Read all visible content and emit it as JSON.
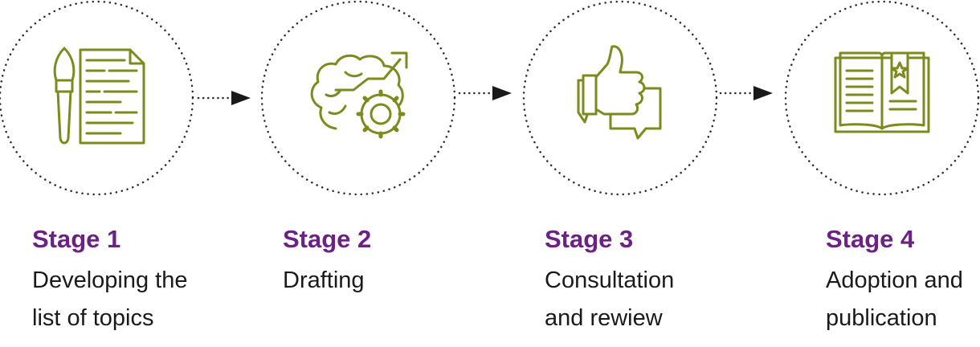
{
  "colors": {
    "accent": "#6b2283",
    "icon": "#7d8a1c",
    "dots": "#2b2b2b"
  },
  "stages": [
    {
      "title": "Stage 1",
      "lines": [
        "Developing the",
        "list of topics"
      ],
      "icon": "brush-document-icon"
    },
    {
      "title": "Stage 2",
      "lines": [
        "Drafting"
      ],
      "icon": "brain-gear-icon"
    },
    {
      "title": "Stage 3",
      "lines": [
        "Consultation",
        "and rewiew"
      ],
      "icon": "thumbs-up-chat-icon"
    },
    {
      "title": "Stage 4",
      "lines": [
        "Adoption and",
        "publication"
      ],
      "icon": "book-bookmark-icon"
    }
  ]
}
